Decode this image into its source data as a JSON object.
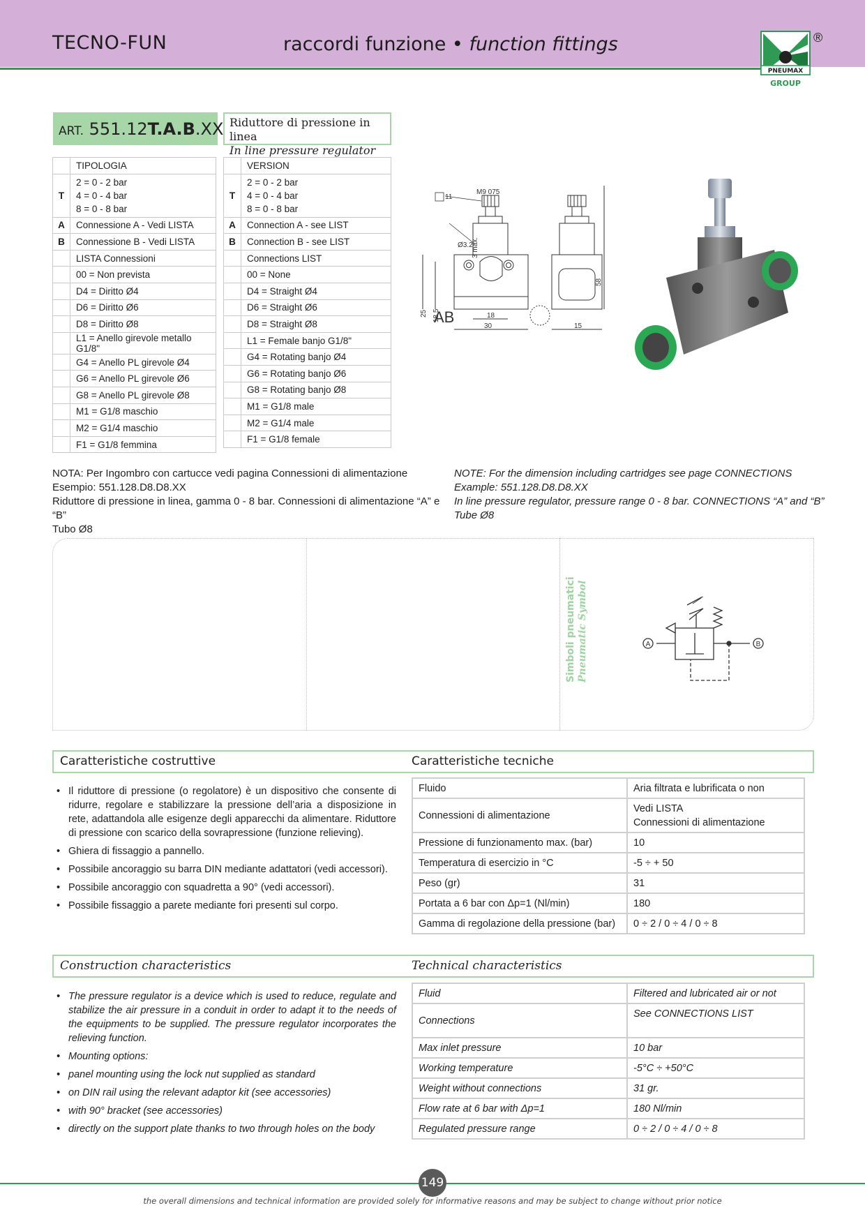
{
  "header": {
    "brand": "TECNO-FUN",
    "title_it": "raccordi funzione •",
    "title_en": "function fittings",
    "logo_text": "PNEUMAX",
    "logo_sub": "GROUP",
    "logo_reg": "®"
  },
  "article": {
    "prefix": "ART.",
    "code_start": "551.12",
    "code_bold": "T.A.B",
    "code_end": ".XX",
    "desc_it": "Riduttore di pressione in linea",
    "desc_en": "In line pressure regulator"
  },
  "table_it": {
    "header": "TIPOLOGIA",
    "t_key": "T",
    "t_lines": [
      "2 = 0 - 2 bar",
      "4 = 0 - 4 bar",
      "8 = 0 - 8 bar"
    ],
    "a_key": "A",
    "a_val": "Connessione A - Vedi LISTA",
    "b_key": "B",
    "b_val": "Connessione B - Vedi LISTA",
    "rows": [
      "LISTA Connessioni",
      "00 = Non prevista",
      "D4 = Diritto Ø4",
      "D6 = Diritto Ø6",
      "D8 = Diritto Ø8",
      "L1 = Anello girevole metallo G1/8\"",
      "G4 = Anello PL girevole Ø4",
      "G6 = Anello PL girevole Ø6",
      "G8 = Anello PL girevole Ø8",
      "M1 = G1/8 maschio",
      "M2 = G1/4 maschio",
      "F1 = G1/8 femmina"
    ]
  },
  "table_en": {
    "header": "VERSION",
    "t_key": "T",
    "t_lines": [
      "2 = 0 - 2 bar",
      "4 = 0 - 4 bar",
      "8 = 0 - 8 bar"
    ],
    "a_key": "A",
    "a_val": "Connection A - see LIST",
    "b_key": "B",
    "b_val": "Connection B - see LIST",
    "rows": [
      "Connections LIST",
      "00 = None",
      "D4 = Straight Ø4",
      "D6 = Straight Ø6",
      "D8 = Straight Ø8",
      "L1 = Female banjo G1/8\"",
      "G4 = Rotating banjo Ø4",
      "G6 = Rotating banjo Ø6",
      "G8 = Rotating banjo Ø8",
      "M1 = G1/8 male",
      "M2 = G1/4 male",
      "F1 = G1/8 female"
    ]
  },
  "drawing": {
    "thread": "M9 075",
    "wrench": "11",
    "stroke": "3 max.",
    "hole": "Ø3.2",
    "ports": "AB",
    "h1": "25",
    "h2": "18.5",
    "w1": "18",
    "w2": "30",
    "w3": "15",
    "h3": "58"
  },
  "notes_it": [
    "NOTA: Per Ingombro con cartucce vedi pagina Connessioni di alimentazione",
    "Esempio: 551.128.D8.D8.XX",
    "Riduttore di pressione in linea, gamma 0 - 8 bar. Connessioni di alimentazione “A” e “B”",
    "Tubo Ø8"
  ],
  "notes_en": [
    "NOTE: For the dimension including cartridges see page CONNECTIONS",
    "Example: 551.128.D8.D8.XX",
    "In line pressure regulator, pressure range 0 - 8 bar. CONNECTIONS “A” and “B”",
    "Tube Ø8"
  ],
  "symbol": {
    "label_it": "Simboli pneumatici",
    "label_en": "Pneumatic Symbol",
    "port_a": "A",
    "port_b": "B"
  },
  "sections": {
    "constr_it": "Caratteristiche costruttive",
    "tech_it": "Caratteristiche tecniche",
    "constr_en": "Construction characteristics",
    "tech_en": "Technical characteristics"
  },
  "bullets_it": [
    "Il riduttore di pressione (o regolatore) è un dispositivo che consente di ridurre, regolare e stabilizzare la pressione dell’aria a disposizione in rete, adattandola alle esigenze degli apparecchi da alimentare. Riduttore di pressione con scarico della sovrapressione (funzione relieving).",
    "Ghiera di fissaggio a pannello.",
    "Possibile ancoraggio su barra DIN mediante adattatori (vedi accessori).",
    "Possibile ancoraggio con squadretta a 90° (vedi accessori).",
    "Possibile fissaggio a parete mediante fori presenti sul corpo."
  ],
  "bullets_en": [
    "The pressure regulator is a device which is used to reduce, regulate and stabilize the air pressure in a conduit in order to adapt it to the needs of the equipments to be supplied. The pressure regulator incorporates the relieving function.",
    "Mounting options:",
    "panel mounting using the lock nut supplied as standard",
    "on DIN rail using the relevant adaptor kit (see accessories)",
    "with 90° bracket (see accessories)",
    "directly on the support plate thanks to two through holes on the body"
  ],
  "tech_it": [
    {
      "label": "Fluido",
      "value": "Aria filtrata e lubrificata o non"
    },
    {
      "label": "Connessioni di alimentazione",
      "value": "Vedi LISTA",
      "value2": "Connessioni di alimentazione"
    },
    {
      "label": "Pressione di funzionamento max. (bar)",
      "value": "10"
    },
    {
      "label": "Temperatura di esercizio in °C",
      "value": "-5 ÷ + 50"
    },
    {
      "label": "Peso (gr)",
      "value": "31"
    },
    {
      "label": "Portata a 6 bar con Δp=1 (Nl/min)",
      "value": "180"
    },
    {
      "label": "Gamma di regolazione della pressione (bar)",
      "value": "0 ÷ 2 / 0 ÷ 4 / 0 ÷ 8"
    }
  ],
  "tech_en": [
    {
      "label": "Fluid",
      "value": "Filtered and lubricated air or not"
    },
    {
      "label": "Connections",
      "value": "See CONNECTIONS LIST"
    },
    {
      "label": "Max inlet pressure",
      "value": "10 bar"
    },
    {
      "label": "Working temperature",
      "value": "-5°C ÷ +50°C"
    },
    {
      "label": "Weight without connections",
      "value": "31 gr."
    },
    {
      "label": "Flow rate at 6 bar with Δp=1",
      "value": "180 Nl/min"
    },
    {
      "label": "Regulated pressure range",
      "value": "0 ÷ 2 / 0 ÷ 4 / 0 ÷ 8"
    }
  ],
  "footer": {
    "page": "149",
    "disclaimer": "the overall dimensions and technical information are provided solely for informative reasons and may be subject to change without prior notice"
  },
  "colors": {
    "header_bg": "#d4b0d8",
    "accent_green": "#2e9a54",
    "light_green": "#a7d6a9"
  }
}
